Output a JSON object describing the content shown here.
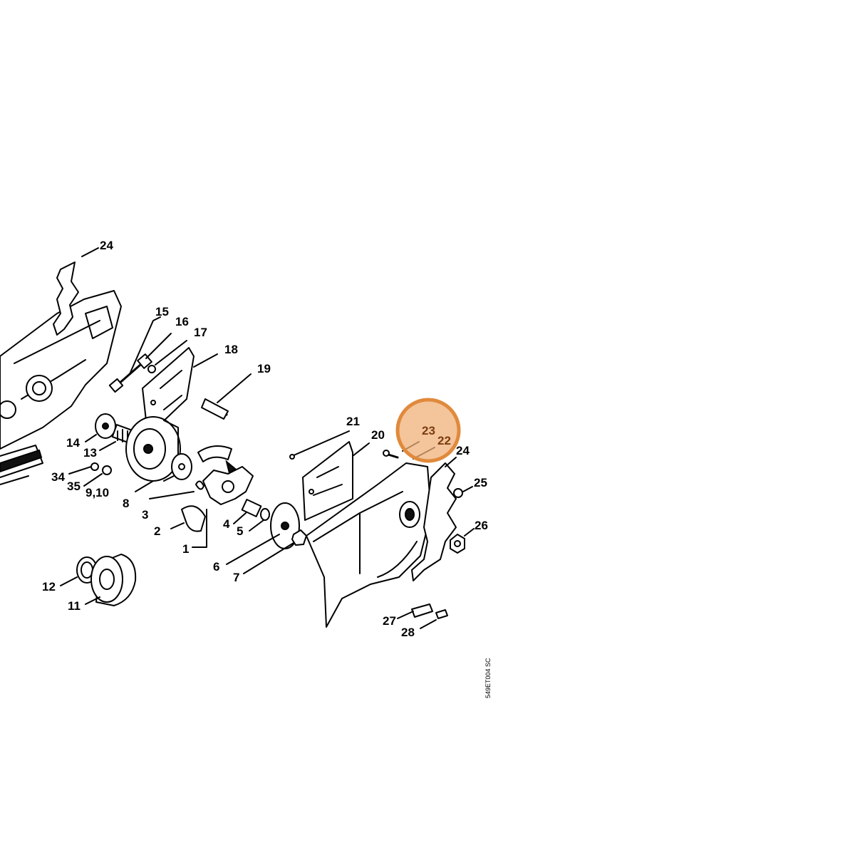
{
  "labels": {
    "p1": "1",
    "p2": "2",
    "p3": "3",
    "p4": "4",
    "p5": "5",
    "p6": "6",
    "p7": "7",
    "p8": "8",
    "p9_10": "9,10",
    "p11": "11",
    "p12": "12",
    "p13": "13",
    "p14": "14",
    "p15": "15",
    "p16": "16",
    "p17": "17",
    "p18": "18",
    "p19": "19",
    "p20": "20",
    "p21": "21",
    "p22": "22",
    "p23": "23",
    "p24_top": "24",
    "p24_right": "24",
    "p25": "25",
    "p26": "26",
    "p27": "27",
    "p28": "28",
    "p34": "34",
    "p35": "35"
  },
  "highlight": {
    "label": "23",
    "color": "#e08a3c"
  },
  "reference_code": "549ET004 SC"
}
